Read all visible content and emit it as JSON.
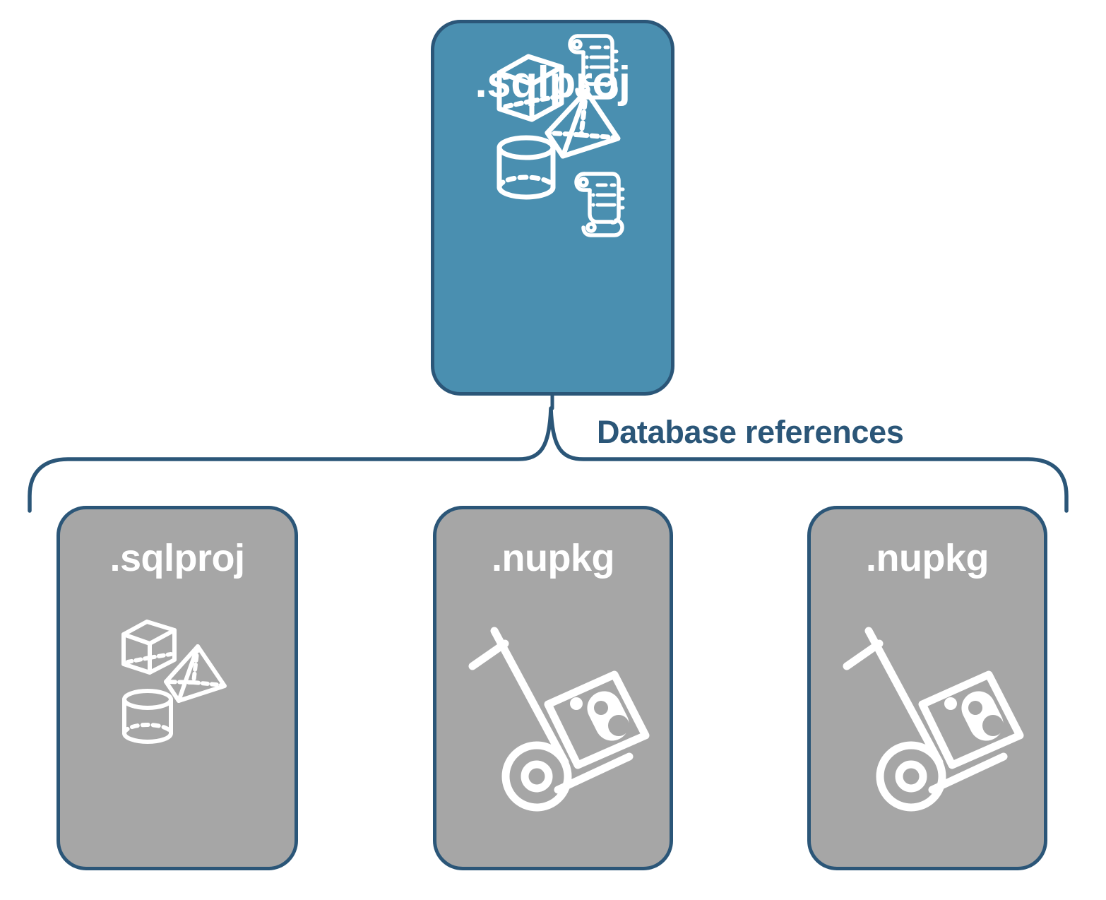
{
  "diagram": {
    "title_top": ".sqlproj",
    "connector_label": "Database references",
    "colors": {
      "top_card_fill": "#4a8fb0",
      "child_card_fill": "#a6a6a6",
      "border": "#2b5678",
      "label_text": "#2b5678",
      "icon_stroke": "#ffffff",
      "background": "#ffffff"
    }
  },
  "top_node": {
    "label": ".sqlproj",
    "fill": "#4a8fb0",
    "icons": [
      {
        "name": "cube-icon",
        "label": "wireframe cube"
      },
      {
        "name": "pyramid-icon",
        "label": "wireframe pyramid"
      },
      {
        "name": "cylinder-icon",
        "label": "wireframe cylinder"
      },
      {
        "name": "scroll-icon",
        "label": "script scroll (upper)"
      },
      {
        "name": "scroll-icon",
        "label": "script scroll (lower)"
      }
    ]
  },
  "connector": {
    "label": "Database references",
    "type": "curly-brace"
  },
  "children": [
    {
      "label": ".sqlproj",
      "fill": "#a6a6a6",
      "icon_set": "shapes",
      "icons": [
        {
          "name": "cube-icon",
          "label": "wireframe cube"
        },
        {
          "name": "pyramid-icon",
          "label": "wireframe pyramid"
        },
        {
          "name": "cylinder-icon",
          "label": "wireframe cylinder"
        }
      ]
    },
    {
      "label": ".nupkg",
      "fill": "#a6a6a6",
      "icon_set": "package",
      "icons": [
        {
          "name": "hand-truck-icon",
          "label": "hand truck with NuGet package"
        }
      ]
    },
    {
      "label": ".nupkg",
      "fill": "#a6a6a6",
      "icon_set": "package",
      "icons": [
        {
          "name": "hand-truck-icon",
          "label": "hand truck with NuGet package"
        }
      ]
    }
  ]
}
